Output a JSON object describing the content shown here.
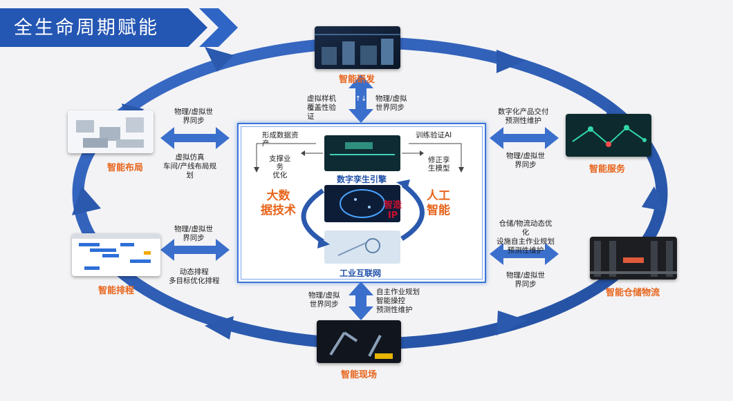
{
  "title": "全生命周期赋能",
  "colors": {
    "ring": "#2f5fb8",
    "banner": "#2456b3",
    "label_orange": "#e8641b",
    "ip_red": "#c8102e",
    "engine_blue": "#1f4fa8"
  },
  "nodes": {
    "rd": {
      "label": "智能研发"
    },
    "service": {
      "label": "智能服务"
    },
    "layout": {
      "label": "智能布局"
    },
    "schedule": {
      "label": "智能排程"
    },
    "warehouse": {
      "label": "智能仓储物流"
    },
    "field": {
      "label": "智能现场"
    }
  },
  "annotations": {
    "top_left": "虚拟样机\n覆盖性验\n证",
    "top_right": "物理/虚拟\n世界同步",
    "layout_top": "物理/虚拟世\n界同步",
    "layout_bottom": "虚拟仿真\n车间/产线布局规\n划",
    "service_top": "数字化产品交付\n预测性维护",
    "service_bottom": "物理/虚拟世\n界同步",
    "schedule_top": "物理/虚拟世\n界同步",
    "schedule_bottom": "动态排程\n多目标优化排程",
    "warehouse_top": "仓储/物流动态优\n化\n设施自主作业规划\n预测性维护",
    "warehouse_bottom": "物理/虚拟世\n界同步",
    "bottom_left": "物理/虚拟\n世界同步",
    "bottom_right": "自主作业规划\n智能操控\n预测性维护"
  },
  "center": {
    "data_asset": "形成数据资\n产",
    "train_ai": "训练验证AI",
    "support_biz": "支撑业\n务\n优化",
    "fix_model": "修正孪\n生模型",
    "engine": "数字孪生引擎",
    "big_data": "大数\n据技术",
    "ai": "人工\n智能",
    "ip": "智造\nIP",
    "iiot": "工业互联网"
  }
}
